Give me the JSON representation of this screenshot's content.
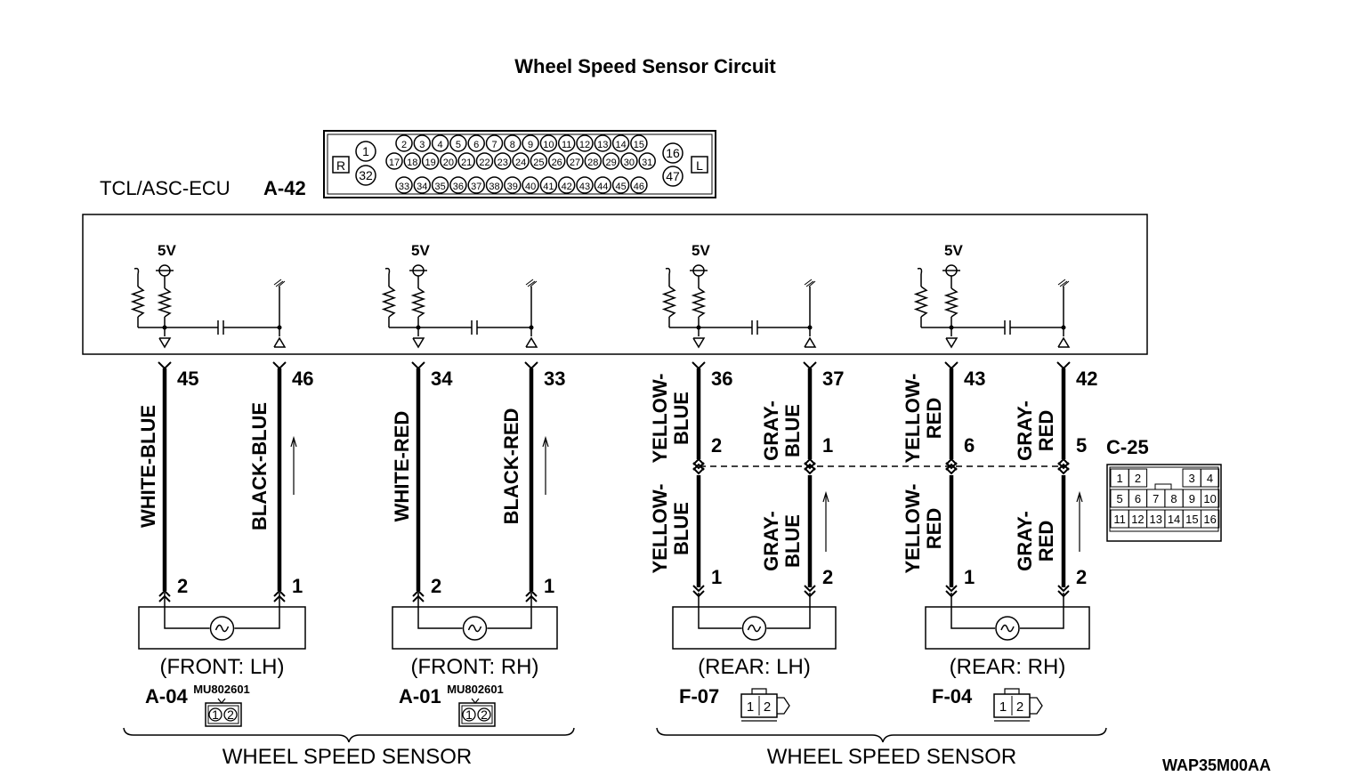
{
  "title": "Wheel Speed Sensor Circuit",
  "ecu": {
    "label": "TCL/ASC-ECU",
    "code": "A-42",
    "connector": {
      "left_tag": "R",
      "right_tag": "L",
      "left_pins": [
        "1",
        "32"
      ],
      "right_pins": [
        "16",
        "47"
      ],
      "row1": [
        "2",
        "3",
        "4",
        "5",
        "6",
        "7",
        "8",
        "9",
        "10",
        "11",
        "12",
        "13",
        "14",
        "15"
      ],
      "row2": [
        "17",
        "18",
        "19",
        "20",
        "21",
        "22",
        "23",
        "24",
        "25",
        "26",
        "27",
        "28",
        "29",
        "30",
        "31"
      ],
      "row3": [
        "33",
        "34",
        "35",
        "36",
        "37",
        "38",
        "39",
        "40",
        "41",
        "42",
        "43",
        "44",
        "45",
        "46"
      ]
    }
  },
  "supply_label": "5V",
  "channels": [
    {
      "ecu_pin_a": "45",
      "ecu_pin_b": "46",
      "wire_a": "WHITE-BLUE",
      "wire_b": "BLACK-BLUE",
      "sensor_pin_a": "2",
      "sensor_pin_b": "1",
      "position": "(FRONT: LH)",
      "code": "A-04",
      "part_no": "MU802601",
      "pins": [
        "1",
        "2"
      ]
    },
    {
      "ecu_pin_a": "34",
      "ecu_pin_b": "33",
      "wire_a": "WHITE-RED",
      "wire_b": "BLACK-RED",
      "sensor_pin_a": "2",
      "sensor_pin_b": "1",
      "position": "(FRONT: RH)",
      "code": "A-01",
      "part_no": "MU802601",
      "pins": [
        "1",
        "2"
      ]
    },
    {
      "ecu_pin_a": "36",
      "ecu_pin_b": "37",
      "wire_a_upper": [
        "YELLOW-",
        "BLUE"
      ],
      "wire_b_upper": [
        "GRAY-",
        "BLUE"
      ],
      "wire_a_lower": [
        "YELLOW-",
        "BLUE"
      ],
      "wire_b_lower": [
        "GRAY-",
        "BLUE"
      ],
      "c25_pin_a": "2",
      "c25_pin_b": "1",
      "sensor_pin_a": "1",
      "sensor_pin_b": "2",
      "position": "(REAR: LH)",
      "code": "F-07",
      "pins": [
        "1",
        "2"
      ]
    },
    {
      "ecu_pin_a": "43",
      "ecu_pin_b": "42",
      "wire_a_upper": [
        "YELLOW-",
        "RED"
      ],
      "wire_b_upper": [
        "GRAY-",
        "RED"
      ],
      "wire_a_lower": [
        "YELLOW-",
        "RED"
      ],
      "wire_b_lower": [
        "GRAY-",
        "RED"
      ],
      "c25_pin_a": "6",
      "c25_pin_b": "5",
      "sensor_pin_a": "1",
      "sensor_pin_b": "2",
      "position": "(REAR: RH)",
      "code": "F-04",
      "pins": [
        "1",
        "2"
      ]
    }
  ],
  "c25": {
    "code": "C-25",
    "row1": [
      "1",
      "2",
      "3",
      "4"
    ],
    "row2": [
      "5",
      "6",
      "7",
      "8",
      "9",
      "10"
    ],
    "row3": [
      "11",
      "12",
      "13",
      "14",
      "15",
      "16"
    ]
  },
  "group_labels": [
    "WHEEL SPEED SENSOR",
    "WHEEL SPEED SENSOR"
  ],
  "figure_code": "WAP35M00AA"
}
